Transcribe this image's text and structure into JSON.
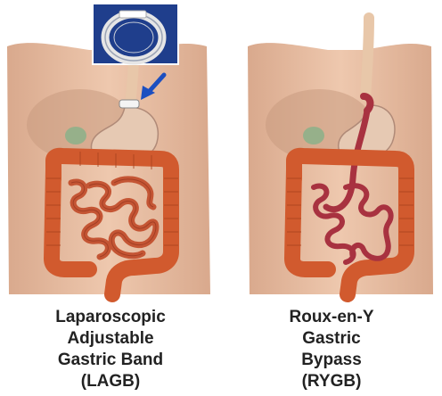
{
  "left": {
    "caption_lines": [
      "Laparoscopic",
      "Adjustable",
      "Gastric Band",
      "(LAGB)"
    ]
  },
  "right": {
    "caption_lines": [
      "Roux-en-Y",
      "Gastric",
      "Bypass",
      "(RYGB)"
    ]
  }
}
